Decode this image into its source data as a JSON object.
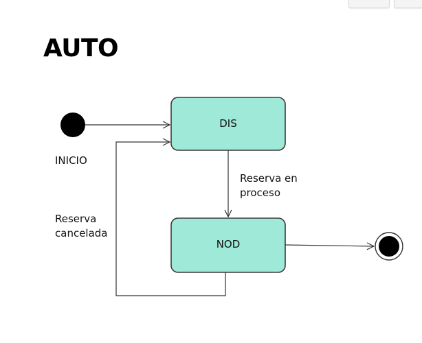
{
  "title": "AUTO",
  "colors": {
    "state_fill": "#9ee9d7",
    "state_stroke": "#3b3b3b",
    "edge": "#333333",
    "node_fill": "#000000"
  },
  "diagram": {
    "initial_label": "INICIO",
    "states": [
      {
        "id": "dis",
        "label": "DIS"
      },
      {
        "id": "nod",
        "label": "NOD"
      }
    ],
    "transitions": [
      {
        "from": "INICIO",
        "to": "DIS",
        "label": ""
      },
      {
        "from": "DIS",
        "to": "NOD",
        "label": "Reserva en proceso"
      },
      {
        "from": "NOD",
        "to": "DIS",
        "label": "Reserva cancelada"
      },
      {
        "from": "NOD",
        "to": "final",
        "label": ""
      }
    ]
  }
}
